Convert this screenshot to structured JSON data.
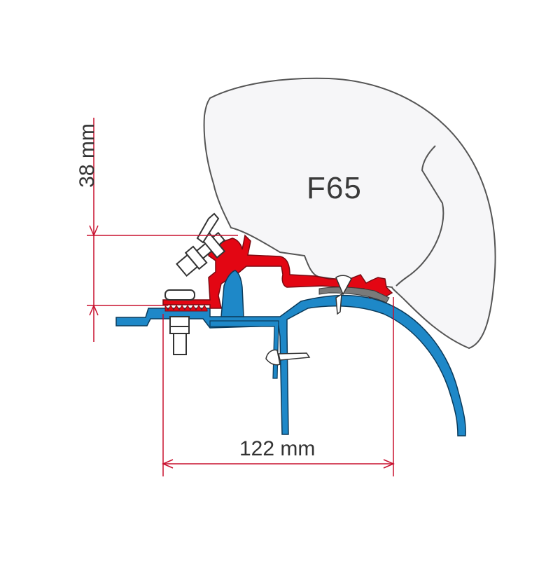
{
  "diagram": {
    "model_label": "F65",
    "dimensions": {
      "height_label": "38 mm",
      "width_label": "122 mm"
    },
    "colors": {
      "awning_outline": "#555555",
      "awning_fill": "#f5f5f7",
      "bracket_red": "#e30613",
      "body_blue": "#1e88c8",
      "dimension_line": "#c8102e",
      "seal_gray": "#7a7a7a",
      "hardware_fill": "#ffffff"
    }
  }
}
